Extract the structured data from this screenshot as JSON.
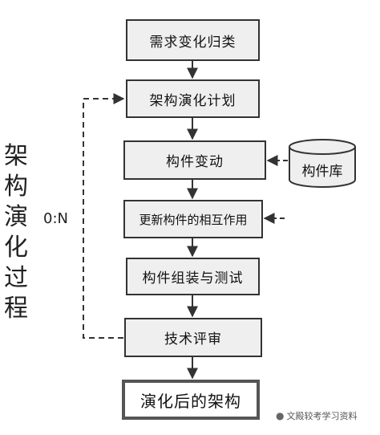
{
  "side_title": [
    "架",
    "构",
    "演",
    "化",
    "过",
    "程"
  ],
  "loop_label": "0:N",
  "steps": [
    "需求变化归类",
    "架构演化计划",
    "构件变动",
    "更新构件的相互作用",
    "构件组装与测试",
    "技术评审",
    "演化后的架构"
  ],
  "component_library": "构件库",
  "watermark": "文殿较考学习资料",
  "watermark_icon": "wechat-icon"
}
